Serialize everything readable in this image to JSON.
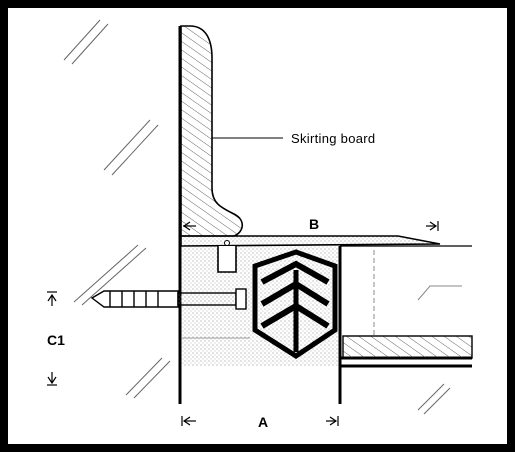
{
  "labels": {
    "skirting": "Skirting  board",
    "b": "B",
    "a": "A",
    "c1": "C1"
  },
  "colors": {
    "ink": "#000000",
    "background": "#ffffff",
    "frame": "#000000"
  },
  "icons": {
    "arrow_glyph": "arrow-icon",
    "fixing": "wall-plug-icon",
    "profile": "chevron-seal-icon"
  }
}
